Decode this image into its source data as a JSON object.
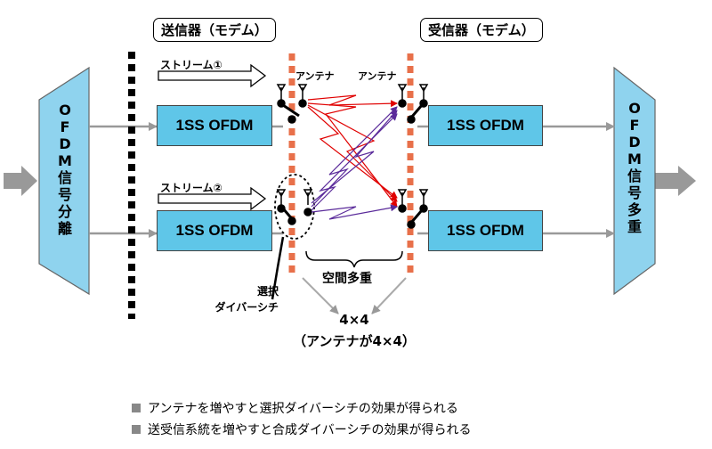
{
  "headers": {
    "transmitter": "送信器（モデム）",
    "receiver": "受信器（モデム）"
  },
  "streams": {
    "s1": "ストリーム①",
    "s2": "ストリーム②"
  },
  "antenna_label": "アンテナ",
  "blocks": {
    "label": "1SS OFDM"
  },
  "splitter_label": "OFDM信号分離",
  "combiner_label": "OFDM信号多重",
  "spatial_mux_label": "空間多重",
  "selection_diversity": {
    "line1": "選択",
    "line2": "ダイバーシチ"
  },
  "mimo": {
    "line1": "4×4",
    "line2": "（アンテナが4×4）"
  },
  "notes": [
    "アンテナを増やすと選択ダイバーシチの効果が得られる",
    "送受信系統を増やすと合成ダイバーシチの効果が得られる"
  ],
  "colors": {
    "block_fill": "#5fc6e8",
    "antenna_dash": "#e8704a",
    "arrow_red": "#e00000",
    "arrow_purple": "#5a2a9a",
    "arrow_gray": "#888888"
  }
}
